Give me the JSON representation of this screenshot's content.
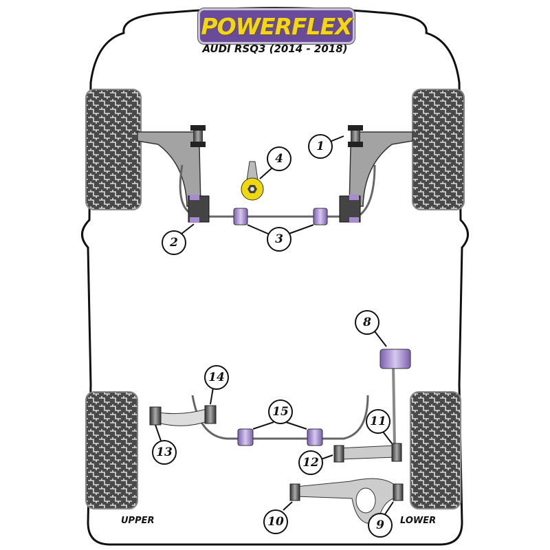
{
  "brand": {
    "logo_text": "POWERFLEX",
    "title": "AUDI RSQ3 (2014 - 2018)"
  },
  "labels": {
    "upper": "UPPER",
    "lower": "LOWER"
  },
  "callouts": [
    "1",
    "2",
    "3",
    "4",
    "8",
    "9",
    "10",
    "11",
    "12",
    "13",
    "14",
    "15"
  ],
  "colors": {
    "bush_purple": "#a78ccf",
    "arm_grey": "#a3a3a3",
    "tyre": "#4a4a4a",
    "logo_bg": "#6a4a9a",
    "logo_text": "#f5d615",
    "nut_yellow": "#f0d90a"
  }
}
